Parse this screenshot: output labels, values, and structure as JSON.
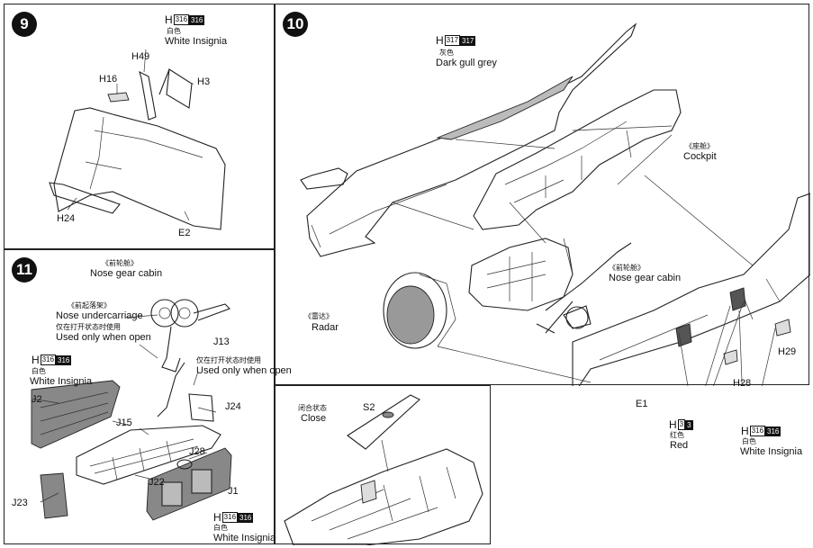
{
  "steps": {
    "s9": {
      "number": "9",
      "labels": {
        "h49": "H49",
        "h16": "H16",
        "h3": "H3",
        "h24": "H24",
        "e2": "E2"
      },
      "paint": {
        "code": "H",
        "box1": "316",
        "box2": "316",
        "cn": "白色",
        "en": "White Insignia"
      }
    },
    "s10": {
      "number": "10",
      "paint_grey": {
        "code": "H",
        "box1": "317",
        "box2": "317",
        "cn": "灰色",
        "en": "Dark gull grey"
      },
      "cockpit": {
        "cn": "《座舱》",
        "en": "Cockpit"
      },
      "nose_gear_cabin": {
        "cn": "《前轮舱》",
        "en": "Nose gear cabin"
      },
      "radar": {
        "cn": "《雷达》",
        "en": "Radar"
      },
      "labels": {
        "e1": "E1",
        "h28": "H28",
        "h29": "H29"
      },
      "paint_red": {
        "code": "H",
        "box1": "3",
        "box2": "3",
        "cn": "红色",
        "en": "Red"
      },
      "paint_white": {
        "code": "H",
        "box1": "316",
        "box2": "316",
        "cn": "白色",
        "en": "White Insignia"
      }
    },
    "s11": {
      "number": "11",
      "nose_gear_cabin": {
        "cn": "《前轮舱》",
        "en": "Nose gear cabin"
      },
      "undercarriage": {
        "cn": "《前起落架》",
        "en": "Nose undercarriage",
        "note_cn": "仅在打开状态时使用",
        "note_en": "Used only when open"
      },
      "j13_note": {
        "cn": "仅在打开状态时使用",
        "en": "Used only when open"
      },
      "labels": {
        "j13": "J13",
        "j2": "J2",
        "j24": "J24",
        "j15": "J15",
        "j28": "J28",
        "j22": "J22",
        "j1": "J1",
        "j23": "J23"
      },
      "paint_left": {
        "code": "H",
        "box1": "316",
        "box2": "316",
        "cn": "白色",
        "en": "White Insignia"
      },
      "paint_bottom": {
        "code": "H",
        "box1": "316",
        "box2": "316",
        "cn": "白色",
        "en": "White Insignia"
      }
    },
    "close": {
      "cn": "闭合状态",
      "en": "Close",
      "labels": {
        "s2": "S2"
      }
    }
  }
}
